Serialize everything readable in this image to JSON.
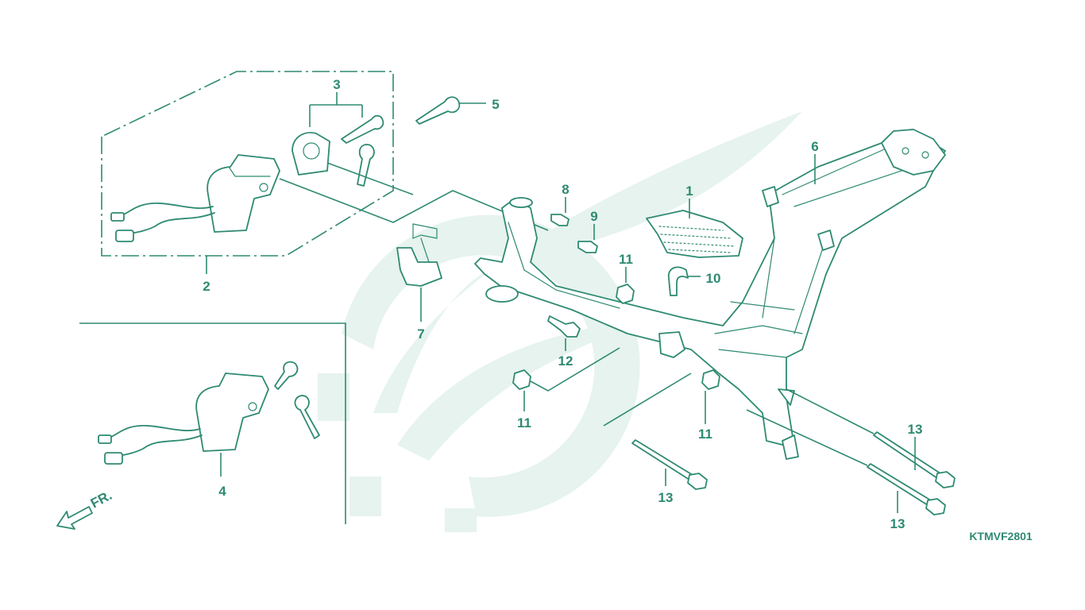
{
  "diagram_code": "KTMVF2801",
  "front_indicator": "FR.",
  "callouts": [
    "1",
    "2",
    "3",
    "4",
    "5",
    "6",
    "7",
    "8",
    "9",
    "10",
    "11",
    "11",
    "11",
    "12",
    "13",
    "13",
    "13"
  ],
  "colors": {
    "ink": "#2e8a72",
    "watermark": "#e6f3ee",
    "background": "#ffffff"
  }
}
